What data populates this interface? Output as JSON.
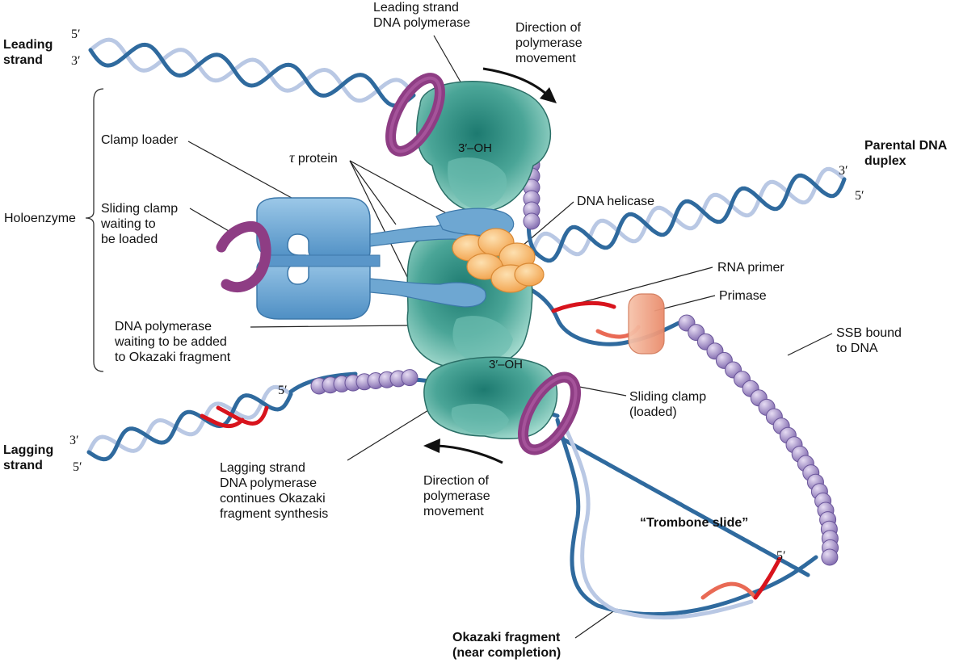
{
  "labels": {
    "leading_strand": "Leading\nstrand",
    "lagging_strand": "Lagging\nstrand",
    "leading_polymerase": "Leading strand\nDNA polymerase",
    "direction_top": "Direction of\npolymerase\nmovement",
    "direction_bottom": "Direction of\npolymerase\nmovement",
    "parental_duplex": "Parental DNA\nduplex",
    "clamp_loader": "Clamp loader",
    "tau_symbol": "τ",
    "tau_word": " protein",
    "holoenzyme": "Holoenzyme",
    "sliding_clamp_waiting": "Sliding clamp\nwaiting to\nbe loaded",
    "dna_helicase": "DNA helicase",
    "rna_primer": "RNA primer",
    "primase": "Primase",
    "ssb": "SSB bound\nto DNA",
    "polymerase_waiting": "DNA polymerase\nwaiting to be added\nto Okazaki fragment",
    "sliding_clamp_loaded": "Sliding clamp\n(loaded)",
    "lagging_polymerase": "Lagging strand\nDNA polymerase\ncontinues Okazaki\nfragment synthesis",
    "trombone": "“Trombone slide”",
    "okazaki": "Okazaki fragment\n(near completion)",
    "oh_top": "3′–OH",
    "oh_bottom": "3′–OH"
  },
  "strand_ends": {
    "leading_5": "5′",
    "leading_3": "3′",
    "parental_3": "3′",
    "parental_5": "5′",
    "lagging_3": "3′",
    "lagging_5": "5′",
    "lagging_primer_5": "5′",
    "okazaki_5": "5′"
  },
  "colors": {
    "dna_dark": "#2f6a9e",
    "dna_light": "#b9c8e4",
    "rna_primer": "#d8141d",
    "rna_primer_light": "#e96a55",
    "polymerase": "#3e9b8f",
    "polymerase_light": "#9fd4c7",
    "clamp_loader": "#6ea7d2",
    "sliding_clamp": "#8e3d84",
    "helicase": "#f5b56a",
    "primase": "#f0a88a",
    "ssb": "#9b86c2"
  }
}
